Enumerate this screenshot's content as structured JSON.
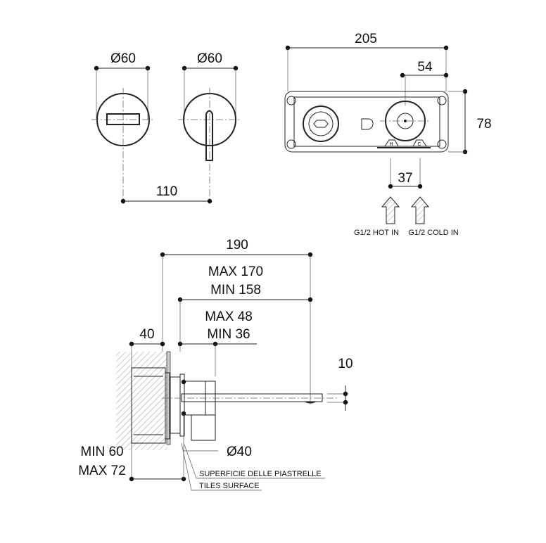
{
  "front_view": {
    "dia_left": "Ø60",
    "dia_right": "Ø60",
    "spacing": "110"
  },
  "plate_view": {
    "width": "205",
    "offset": "54",
    "height": "78",
    "inlet_spacing": "37",
    "hot_in": "G1/2 HOT IN",
    "cold_in": "G1/2 COLD IN",
    "hot_mark": "H",
    "cold_mark": "C"
  },
  "side_view": {
    "total_length": "190",
    "spout_max": "MAX 170",
    "spout_min": "MIN 158",
    "body_max": "MAX 48",
    "body_min": "MIN 36",
    "wall_depth": "40",
    "spout_height": "10",
    "rosette_dia": "Ø40",
    "embed_min": "MIN 60",
    "embed_max": "MAX 72",
    "tiles_label_it": "SUPERFICIE DELLE PIASTRELLE",
    "tiles_label_en": "TILES SURFACE"
  },
  "colors": {
    "line": "#222222",
    "background": "#ffffff"
  }
}
